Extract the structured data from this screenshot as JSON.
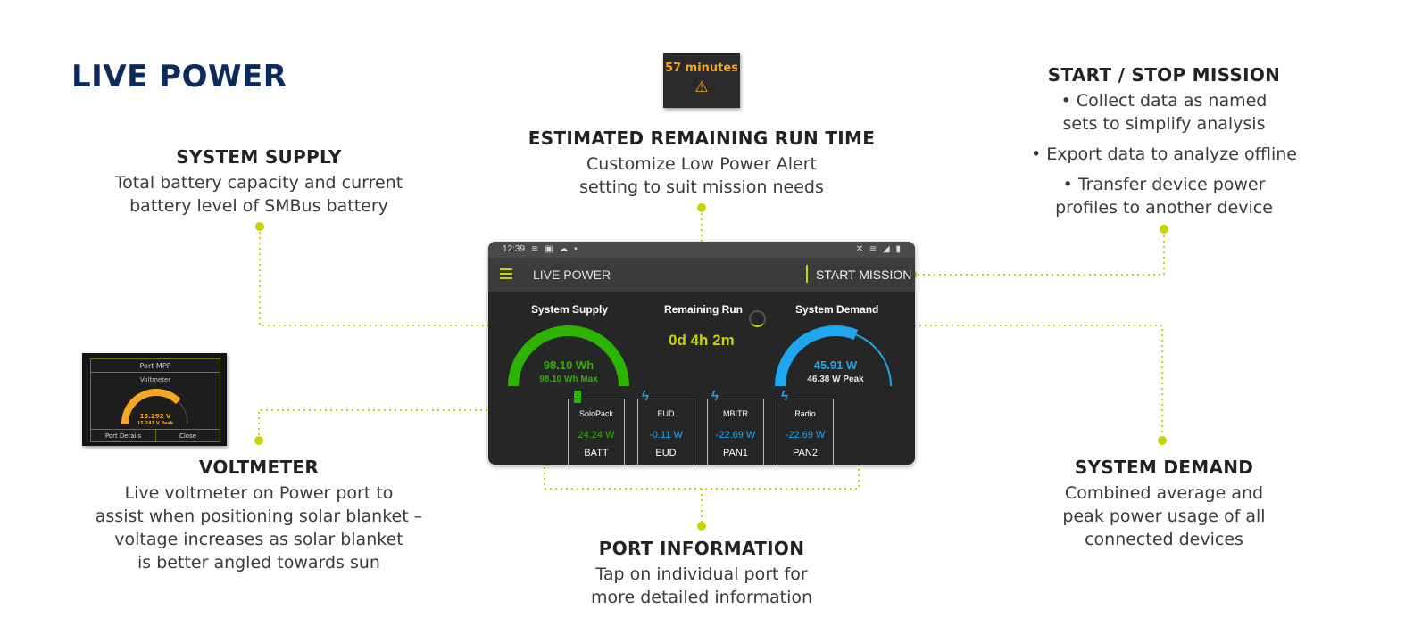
{
  "page_title": "LIVE POWER",
  "callouts": {
    "system_supply": {
      "title": "SYSTEM SUPPLY",
      "lines": [
        "Total battery capacity and current",
        "battery level of SMBus battery"
      ]
    },
    "run_time": {
      "title": "ESTIMATED REMAINING RUN TIME",
      "lines": [
        "Customize Low Power Alert",
        "setting to suit mission needs"
      ]
    },
    "start_stop": {
      "title": "START / STOP MISSION",
      "bullets": [
        "Collect data as named sets to simplify analysis",
        "Export data to analyze offline",
        "Transfer device power profiles to another device"
      ]
    },
    "voltmeter": {
      "title": "VOLTMETER",
      "lines": [
        "Live voltmeter on Power port to",
        "assist when positioning solar blanket –",
        "voltage increases as solar blanket",
        "is better angled towards sun"
      ]
    },
    "port_info": {
      "title": "PORT INFORMATION",
      "lines": [
        "Tap on individual port for",
        "more detailed information"
      ]
    },
    "system_demand": {
      "title": "SYSTEM DEMAND",
      "lines": [
        "Combined average and",
        "peak power usage of all",
        "connected devices"
      ]
    }
  },
  "time_popup": {
    "text": "57 minutes",
    "icon": "warning-icon"
  },
  "voltmeter_popup": {
    "title": "Port MPP",
    "subtitle": "Voltmeter",
    "value": "15.292 V",
    "peak": "15.247 V Peak",
    "level": 0.75,
    "buttons": [
      "Port Details",
      "Close"
    ]
  },
  "screen": {
    "status_time": "12:39",
    "status_icons_left": "≋ ▣ ☁ •",
    "status_icons_right": "✕ ≋ ◢ ▮",
    "app_title": "LIVE POWER",
    "start_mission": "START MISSION",
    "supply": {
      "label": "System Supply",
      "value": "98.10 Wh",
      "max": "98.10 Wh Max",
      "level": 1.0
    },
    "remaining": {
      "label": "Remaining Run",
      "value": "0d 4h 2m"
    },
    "demand": {
      "label": "System Demand",
      "value": "45.91 W",
      "peak": "46.38 W Peak",
      "level": 0.62
    },
    "ports": [
      {
        "name": "SoloPack",
        "value": "24.24 W",
        "type": "BATT",
        "icon": "battery-icon"
      },
      {
        "name": "EUD",
        "value": "-0.11 W",
        "type": "EUD",
        "icon": "lightning-icon"
      },
      {
        "name": "MBITR",
        "value": "-22.69 W",
        "type": "PAN1",
        "icon": "lightning-icon"
      },
      {
        "name": "Radio",
        "value": "-22.69 W",
        "type": "PAN2",
        "icon": "lightning-icon"
      }
    ]
  },
  "colors": {
    "accent": "#c8d400",
    "supply": "#2db400",
    "demand": "#1ea7f0",
    "warning": "#f5a623",
    "title": "#0d2a5c"
  }
}
